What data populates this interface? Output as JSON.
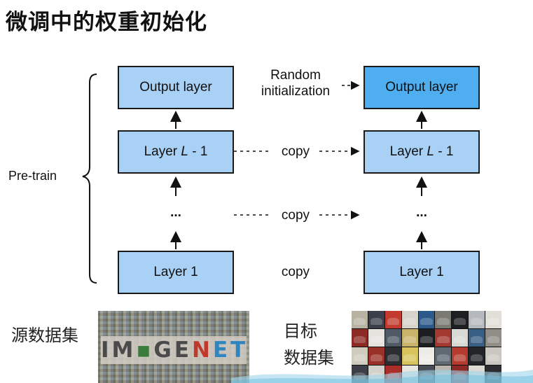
{
  "title": "微调中的权重初始化",
  "left_column": {
    "output_layer": "Output layer",
    "layer_l": "Layer L - 1",
    "layer_l_prefix": "Layer ",
    "layer_l_var": "L",
    "layer_l_suffix": " - 1",
    "ellipsis": "...",
    "layer_1": "Layer 1"
  },
  "right_column": {
    "output_layer": "Output layer",
    "layer_l_prefix": "Layer ",
    "layer_l_var": "L",
    "layer_l_suffix": " - 1",
    "ellipsis": "...",
    "layer_1": "Layer 1"
  },
  "pretrain_label": "Pre-train",
  "random_init_label": "Random\ninitialization",
  "copy_labels": [
    "copy",
    "copy",
    "copy"
  ],
  "source_dataset_label": "源数据集",
  "target_dataset_label_line1": "目标",
  "target_dataset_label_line2": "数据集",
  "imagenet_logo": {
    "part1": "IM",
    "part2": "▪",
    "part3": "GE",
    "part4": "N",
    "part5": "ET"
  },
  "colors": {
    "box_fill": "#a9d0f5",
    "highlight_fill": "#4faeef",
    "border": "#1a1a1a"
  }
}
